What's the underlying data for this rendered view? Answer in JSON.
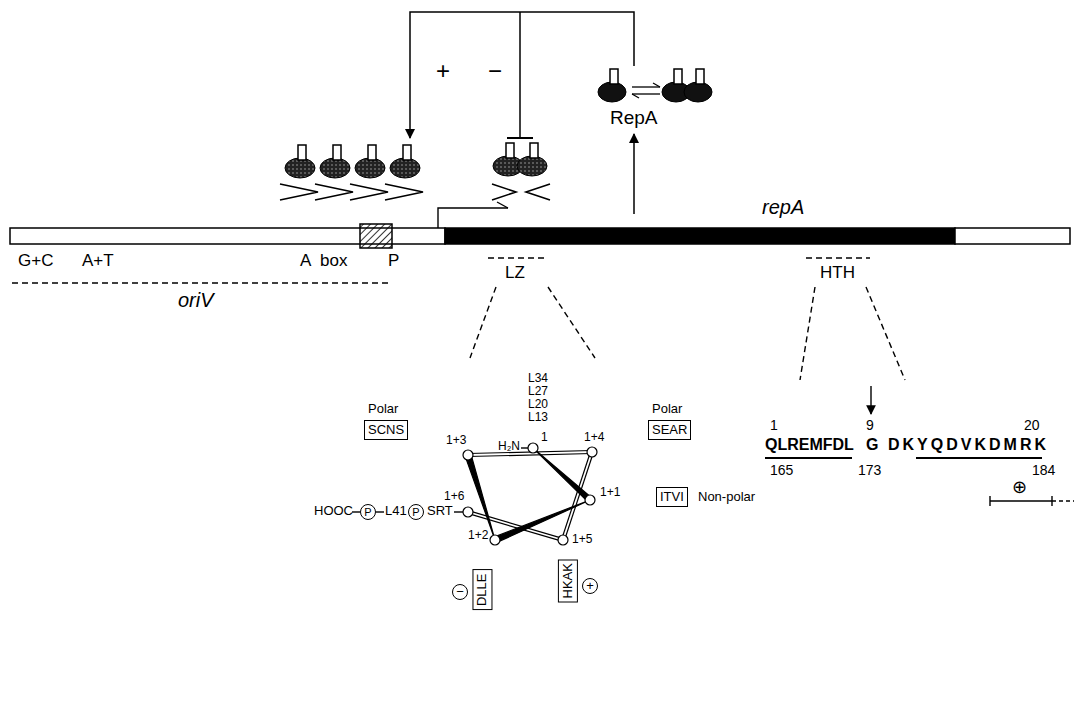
{
  "diagram": {
    "nodes": [
      {
        "text": [
          "SCNS"
        ]
      },
      {
        "text": [
          "SEAR"
        ]
      },
      {
        "text": [
          "ITVI"
        ]
      },
      {
        "text": [
          "DLLE"
        ]
      },
      {
        "text": [
          "HKAK"
        ]
      },
      {
        "text": [
          "−"
        ]
      },
      {
        "text": [
          "+"
        ]
      },
      {
        "text": [
          "P"
        ]
      },
      {
        "text": [
          "P"
        ]
      }
    ],
    "labels": [
      "+",
      "−",
      "RepA",
      "repA",
      "G+C",
      "A+T",
      "A",
      "box",
      "P",
      "oriV",
      "LZ",
      "HTH",
      "Polar",
      "Polar",
      "Non-polar",
      "L34",
      "L27",
      "L20",
      "L13",
      "H₂N",
      "1",
      "1+3",
      "1+4",
      "1+1",
      "1+6",
      "1+2",
      "1+5",
      "HOOC",
      "L41",
      "SRT",
      "1",
      "9",
      "20",
      "QLREMFDL",
      "G",
      "DKYQDVKDMRK",
      "165",
      "173",
      "184",
      "⊕"
    ]
  }
}
